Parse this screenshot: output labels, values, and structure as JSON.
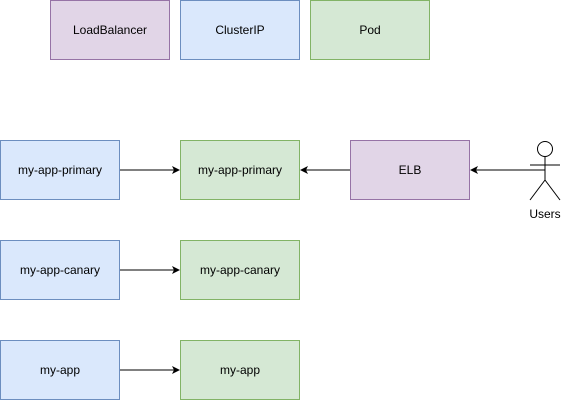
{
  "legend": {
    "loadbalancer_label": "LoadBalancer",
    "clusterip_label": "ClusterIP",
    "pod_label": "Pod"
  },
  "services": {
    "primary_label": "my-app-primary",
    "canary_label": "my-app-canary",
    "app_label": "my-app"
  },
  "pods": {
    "primary_label": "my-app-primary",
    "canary_label": "my-app-canary",
    "app_label": "my-app"
  },
  "elb": {
    "label": "ELB"
  },
  "users": {
    "label": "Users",
    "icon": "user-actor-icon"
  },
  "colors": {
    "loadbalancer_fill": "#e1d5e7",
    "loadbalancer_stroke": "#9673a6",
    "clusterip_fill": "#dae8fc",
    "clusterip_stroke": "#6c8ebf",
    "pod_fill": "#d5e8d4",
    "pod_stroke": "#82b366",
    "edge": "#000000"
  }
}
